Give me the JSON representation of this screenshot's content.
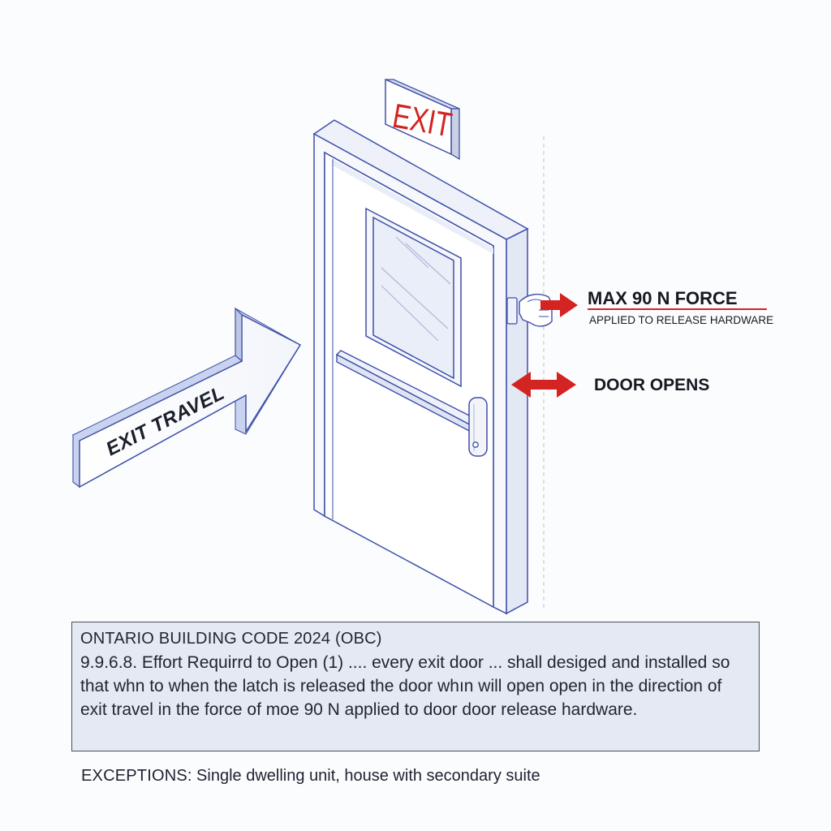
{
  "exit_sign": {
    "text": "EXIT"
  },
  "labels": {
    "exit_travel": "EXIT TRAVEL",
    "max_force": "MAX 90 N FORCE",
    "max_force_sub": "APPLIED TO RELEASE HARDWARE",
    "door_opens": "DOOR OPENS"
  },
  "code_box": {
    "heading": "ONTARIO BUILDING CODE 2024 (OBC)",
    "body": "9.9.6.8. Effort Requirrd to Open (1) .... every exit door ... shall desiged and installed so that whn to when the latch is released the door whın will open open in the direction of exit travel in the force of moe 90 N applied to door door release hardware."
  },
  "exceptions": {
    "label": "EXCEPTIONS",
    "text": "Single dwelling unit, house with secondary suite"
  },
  "colors": {
    "accent_red": "#d32422",
    "outline_blue": "#3e4fa8",
    "panel_fill": "#e4e9f3"
  }
}
